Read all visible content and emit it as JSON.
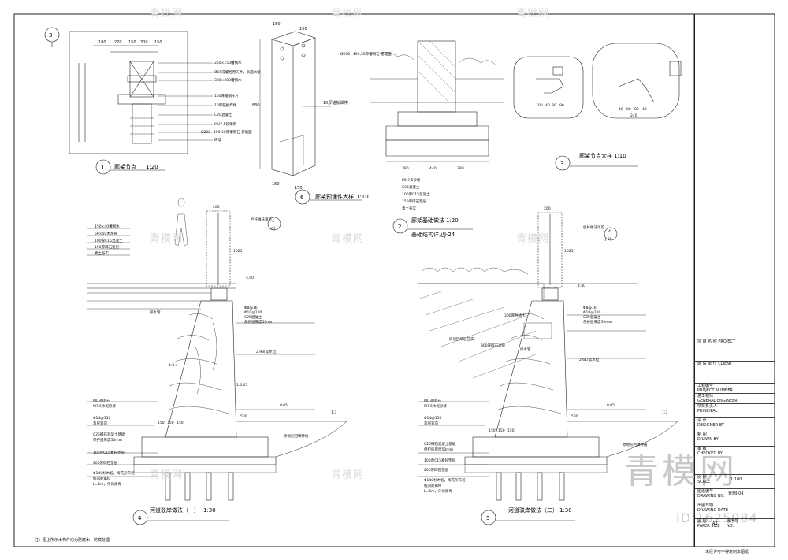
{
  "drawings": {
    "d1": {
      "title": "廊架节点",
      "scale": "1:20",
      "num": "1",
      "callout_num": "3",
      "dims_top": [
        "180",
        "270",
        "150",
        "300",
        "150"
      ],
      "labels": [
        "250×150槽钢木",
        "Ø15成螺栓用天井，表面木架",
        "300×300槽钢木",
        "150厚槽钢木片",
        "10厚锚板焊件",
        "C20混凝土",
        "MU7.5砂浆砌",
        "Ø200~400,30厚槽钢石 基础面",
        "砖墙"
      ]
    },
    "d6": {
      "title": "廊架预埋件大样",
      "scale": "1:10",
      "num": "6",
      "dims": [
        "150",
        "150",
        "830",
        "150",
        "150"
      ],
      "label": "10厚锚板焊件"
    },
    "d2": {
      "title": "廊架基础做法",
      "scale": "1:20",
      "num": "2",
      "subtitle": "基础结构详见J-24",
      "top_label": "Ø200~400,30厚槽钢石 基础面",
      "dims": [
        "380",
        "440",
        "380"
      ],
      "labels": [
        "MU7.5砂浆",
        "C25混凝土",
        "100厚C15混凝土",
        "150厚碎石垫层",
        "素土夯实"
      ]
    },
    "d3": {
      "title": "廊架节点大样",
      "scale": "1:10",
      "num": "3",
      "dims_a": [
        "100",
        "40",
        "80",
        "90"
      ],
      "dims_b": [
        "40",
        "80",
        "80",
        "40"
      ],
      "dim_c": "240"
    },
    "d4": {
      "title": "河道驳岸做法（一）",
      "scale": "1:30",
      "num": "4",
      "ref_label": "栏杆做法详见",
      "ref_num": "4",
      "ref_sheet": "J-05",
      "top_dims": [
        "200",
        "1025"
      ],
      "layers": [
        "150×40槽钢木",
        "50×50木龙骨",
        "100厚C15混凝土",
        "150厚碎石垫层",
        "素土夯实"
      ],
      "elev": [
        "4.40",
        "2.98(常水位)",
        "0.05"
      ],
      "rebar": [
        "Φ8@16",
        "Φ10@200",
        "C25混凝土",
        "保护层厚度50mm"
      ],
      "left_labels": [
        "MU30毛石",
        "M7.5水泥砂浆",
        "Φ14@150",
        "双层双向",
        "C25细石混凝土基础",
        "保护层厚度50mm",
        "100厚C15素砼垫层",
        "200厚碎石垫层",
        "Φ140杉木桩，梅花形布桩",
        "桩间距800",
        "L=6m，外涂沥青"
      ],
      "dims_mid": [
        "150",
        "150",
        "150",
        "500"
      ],
      "slope": "1:3",
      "right_label": "原地形回填种植",
      "slope_l": "1:0.4",
      "slope_l2": "1:0.05",
      "drain": "排水管"
    },
    "d5": {
      "title": "河道驳岸做法（二）",
      "scale": "1:30",
      "num": "5",
      "ref_label": "栏杆做法详见",
      "ref_num": "4",
      "ref_sheet": "J-05",
      "top_dims": [
        "200",
        "1025"
      ],
      "elev": [
        "4.40",
        "2.61(常水位)",
        "0.05"
      ],
      "rebar": [
        "Φ8@16",
        "Φ10@200",
        "C25混凝土",
        "保护层厚度50mm"
      ],
      "mid_labels": [
        "300厚种植土",
        "矿渣回填层压实",
        "300厚碎石滤层",
        "排水管"
      ],
      "left_labels": [
        "MU30毛石",
        "M7.5水泥砂浆",
        "Φ14@150",
        "双层双向",
        "C25细石混凝土基础",
        "保护层厚度50mm",
        "100厚C15素砼垫层",
        "200厚碎石垫层",
        "Φ140杉木桩，梅花形布桩",
        "桩间距800",
        "L=6m，外涂沥青"
      ],
      "dims_mid": [
        "150",
        "150",
        "150",
        "500"
      ],
      "slope": "1:3",
      "right_label": "原地形回填种植"
    }
  },
  "titleblock": {
    "project": "项 目 名 称 PROJECT",
    "client": "建 设 单 位 CLIENT",
    "project_no": "工程编号",
    "project_no_en": "PROJECT NUMBER",
    "engineer": "总工程师",
    "engineer_en": "GENERAL ENGINEER",
    "principal": "项目负责人",
    "principal_en": "PRINCIPAL",
    "designed": "设 计",
    "designed_en": "DESIGNED BY",
    "drawn": "制 图",
    "drawn_en": "DRAWN BY",
    "checked": "审 核",
    "checked_en": "CHECKED BY",
    "scale_label": "比 例",
    "scale_en": "SCALE",
    "scale_value": "1:100",
    "drawing_no": "图纸编号",
    "drawing_no_en": "DRAWING NO.",
    "drawing_no_value": "景施J-04",
    "date": "出图日期",
    "date_en": "DRAWING DATE",
    "paper": "图 幅",
    "paper_en": "PAPER SIZE",
    "paper_value": "A2",
    "version": "版序号",
    "version_en": "NO."
  },
  "notes": {
    "bottom": "注：图上所示木构件均为防腐木，防腐处理",
    "footer": "未经许可不得复制本图纸"
  },
  "watermarks": {
    "text": "青模网",
    "logo": "青模网",
    "image_id": "ID:1625084"
  }
}
